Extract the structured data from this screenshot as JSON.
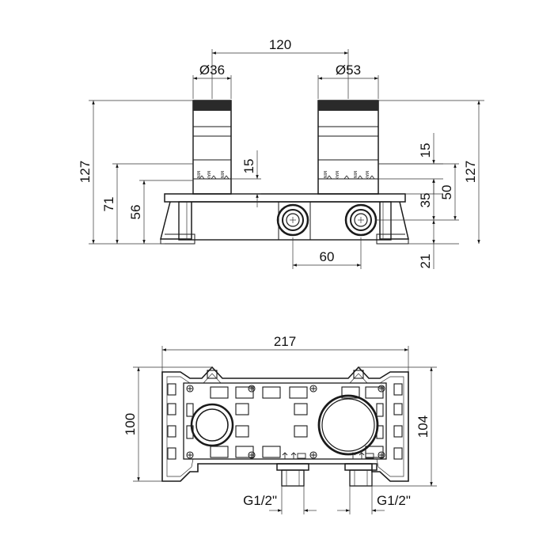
{
  "front_view": {
    "dims": {
      "spacing": "120",
      "dia_left": "Ø36",
      "dia_right": "Ø53",
      "height_total_left": "127",
      "height_71": "71",
      "height_56": "56",
      "offset_15_left": "15",
      "offset_15_right": "15",
      "height_35": "35",
      "height_50": "50",
      "height_total_right": "127",
      "inlet_spacing": "60",
      "height_21": "21"
    },
    "marks": [
      "MIN",
      "MAX"
    ]
  },
  "plan_view": {
    "dims": {
      "width": "217",
      "height_left": "100",
      "height_right": "104",
      "thread_left": "G1/2\"",
      "thread_right": "G1/2\""
    }
  }
}
